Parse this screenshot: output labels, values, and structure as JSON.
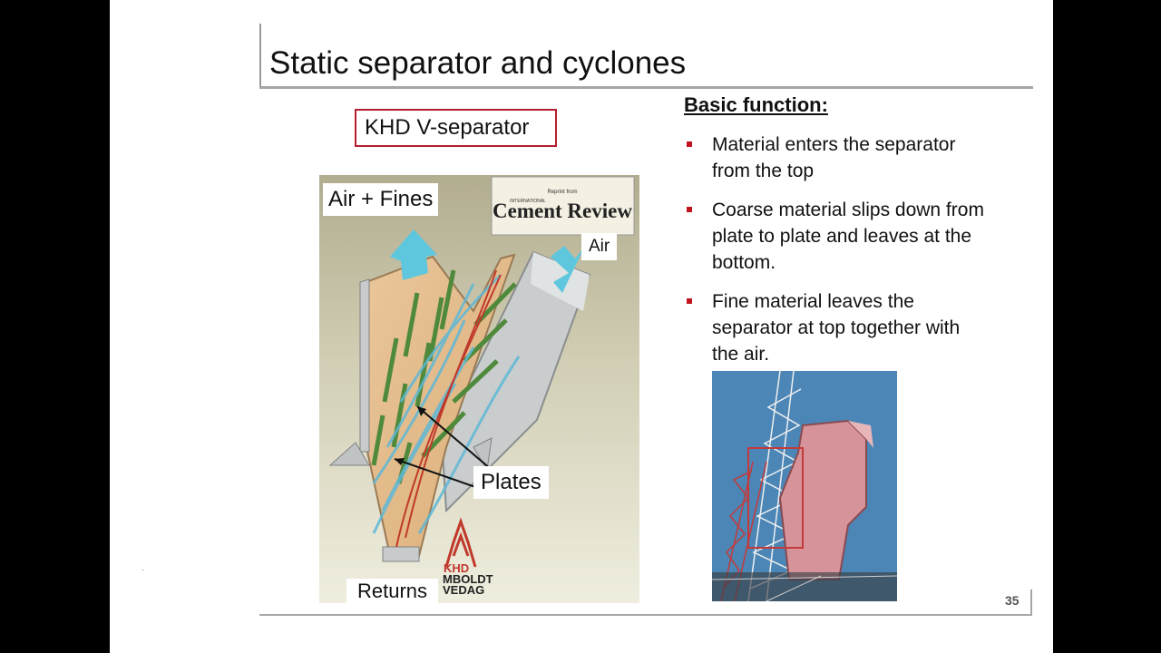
{
  "slide": {
    "title": "Static separator and cyclones",
    "page_number": "35"
  },
  "figure": {
    "caption": "KHD V-separator",
    "labels": {
      "air_fines": "Air + Fines",
      "air": "Air",
      "plates": "Plates",
      "returns": "Returns"
    },
    "logo_review": {
      "line1": "Reprint from",
      "line2": "INTERNATIONAL",
      "line3": "Cement Review"
    },
    "logo_khd": {
      "line1": "KHD",
      "line2": "MBOLDT",
      "line3": "VEDAG"
    }
  },
  "content": {
    "heading": "Basic function:",
    "bullets": [
      "Material enters the separator from the top",
      "Coarse material slips down from plate to plate and leaves at the bottom.",
      "Fine material leaves the separator at top together with the air."
    ]
  },
  "colors": {
    "accent": "#c0141e",
    "caption_border": "#b41e2e"
  }
}
